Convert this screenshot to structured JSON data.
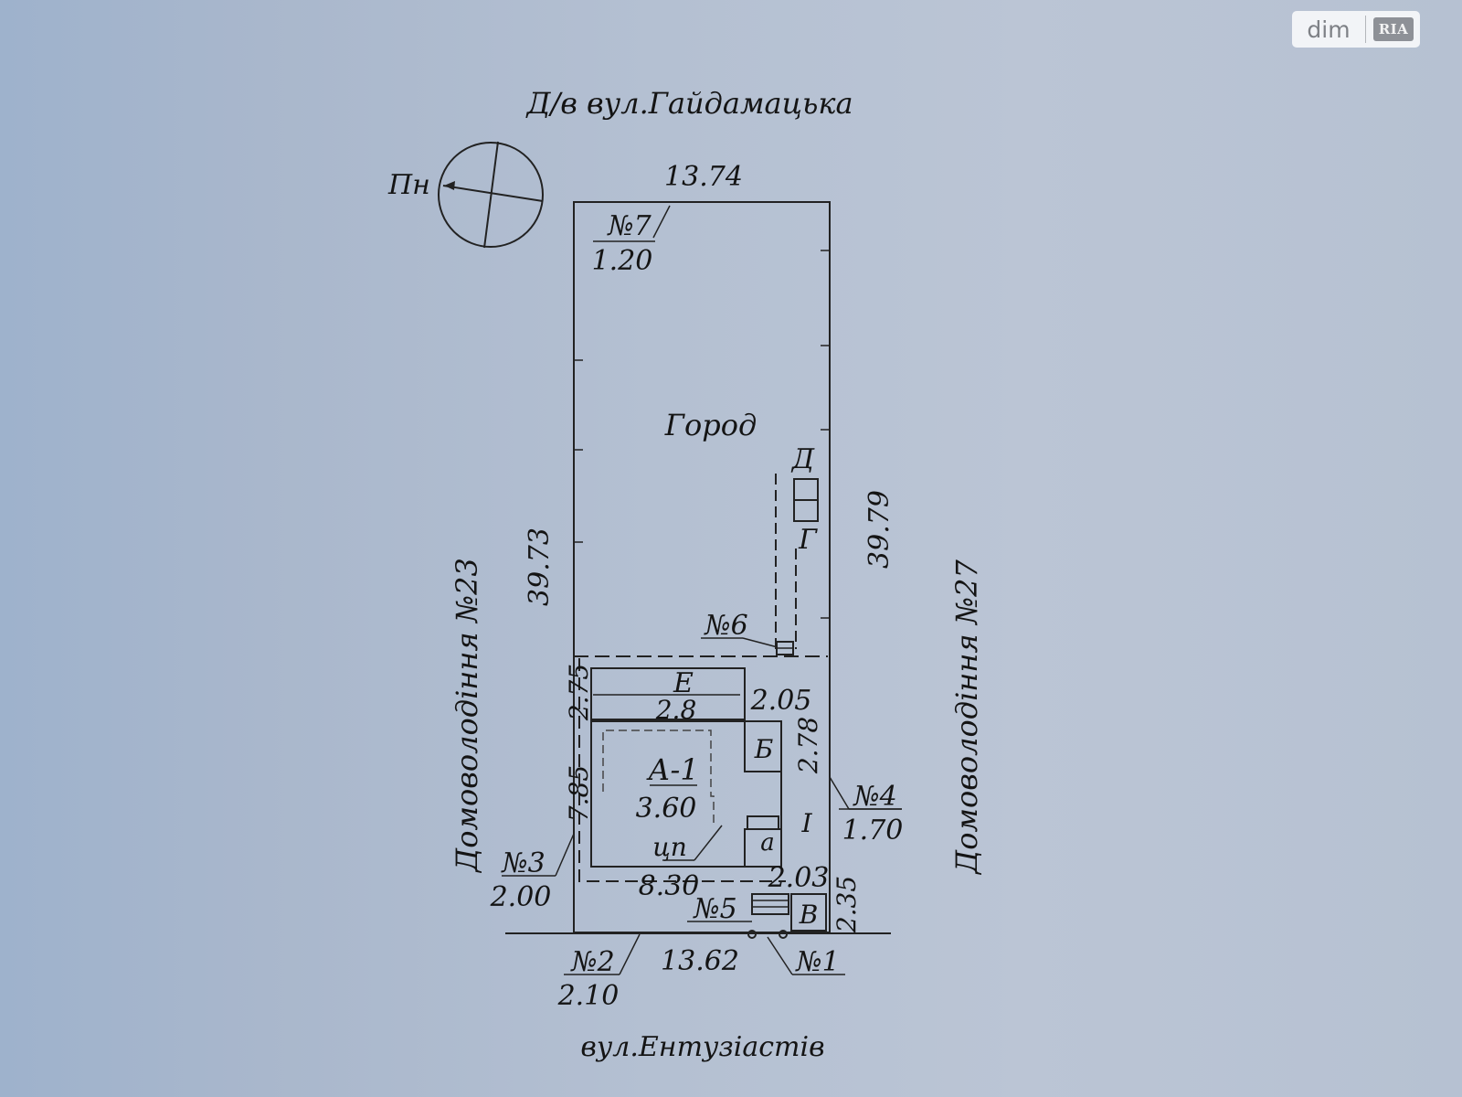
{
  "watermark": {
    "brand": "dim",
    "logo": "RIA"
  },
  "streets": {
    "top": "Д/в вул.Гайдамацька",
    "bottom": "вул.Ентузіастів"
  },
  "neighbors": {
    "left": "Домоволодіння №23",
    "right": "Домоволодіння №27"
  },
  "compass": {
    "label": "Пн"
  },
  "dimensions": {
    "top_width": "13.74",
    "bottom_width": "13.62",
    "left_length": "39.73",
    "right_length": "39.79",
    "main_length": "8.30",
    "left_small": "2.75",
    "left_long": "7.85",
    "e_width": "2.05",
    "right_small": "2.78",
    "annex_width": "2.03",
    "v_height": "2.35"
  },
  "areas": {
    "garden": "Город"
  },
  "buildings": {
    "a_name": "А-1",
    "a_value": "3.60",
    "a_material": "цп",
    "e_name": "Е",
    "e_value": "2.8",
    "b_name": "Б",
    "v_name": "В",
    "g_name": "Г",
    "d_name": "Д",
    "small_a": "а",
    "roman_one": "I"
  },
  "markers": {
    "m1": "№1",
    "m2": "№2",
    "m2_value": "2.10",
    "m3": "№3",
    "m3_value": "2.00",
    "m4": "№4",
    "m4_value": "1.70",
    "m5": "№5",
    "m6": "№6",
    "m7": "№7",
    "m7_value": "1.20"
  }
}
